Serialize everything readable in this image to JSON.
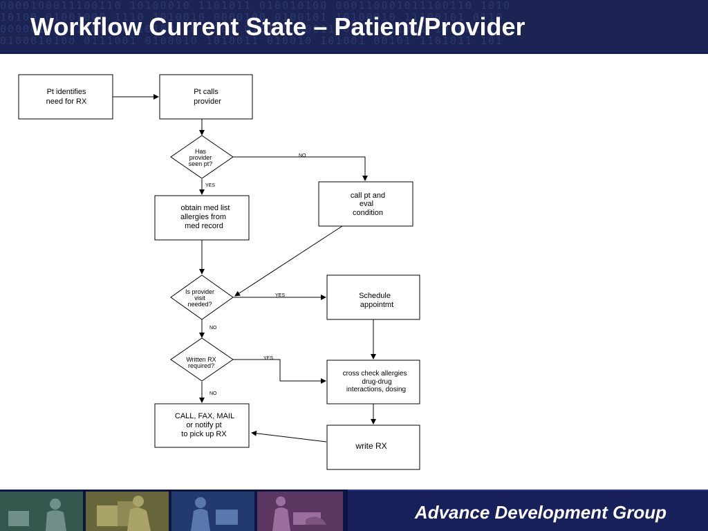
{
  "slide": {
    "title": "Workflow Current State – Patient/Provider",
    "footer_brand": "Advance Development Group",
    "binary_rows": [
      "0000100011100110 10100010 1101011 010010100 000110001011100110 1010",
      "10100 01001000 1110 1010010 0000100 0100101 10100010 11100101 0110",
      "00000100 01001010 10100010 1101 010100 00011000 10111001 1010010 01",
      "0100010100 0111001 0100010 1010011 010010 101001 00101 1101011 101"
    ],
    "colors": {
      "header_bg": "#1b2452",
      "footer_bg": "#17205a"
    }
  },
  "diagram": {
    "nodes": {
      "pt_identifies": [
        "Pt identifies",
        "need for RX"
      ],
      "pt_calls": [
        "Pt calls",
        "provider"
      ],
      "has_provider_seen": [
        "Has",
        "provider",
        "seen pt?"
      ],
      "obtain_med_list": [
        "obtain med list",
        "allergies from",
        "med record"
      ],
      "call_pt_eval": [
        "call pt and",
        "eval",
        "condition"
      ],
      "is_visit_needed": [
        "Is provider",
        "visit",
        "needed?"
      ],
      "schedule_appt": [
        "Schedule",
        "appointmt"
      ],
      "written_rx_required": [
        "Written RX",
        "required?"
      ],
      "cross_check": [
        "cross check allergies",
        "drug-drug",
        "interactions, dosing"
      ],
      "call_fax_mail": [
        "CALL, FAX, MAIL",
        "or notify pt",
        "to pick up RX"
      ],
      "write_rx": [
        "write RX"
      ]
    },
    "labels": {
      "no_1": "NO",
      "yes_1": "YES",
      "yes_2": "YES",
      "no_2": "NO",
      "yes_3": "YES",
      "no_3": "NO"
    }
  },
  "footer_tiles": [
    {
      "name": "seated-person-tile",
      "color": "#35584e",
      "figure": "#6f8f88"
    },
    {
      "name": "desk-worker-tile",
      "color": "#66663a",
      "figure": "#a9a36a"
    },
    {
      "name": "computer-user-tile",
      "color": "#223a6e",
      "figure": "#5a78ad"
    },
    {
      "name": "office-worker-tile",
      "color": "#5a3660",
      "figure": "#9a6f9e"
    }
  ]
}
